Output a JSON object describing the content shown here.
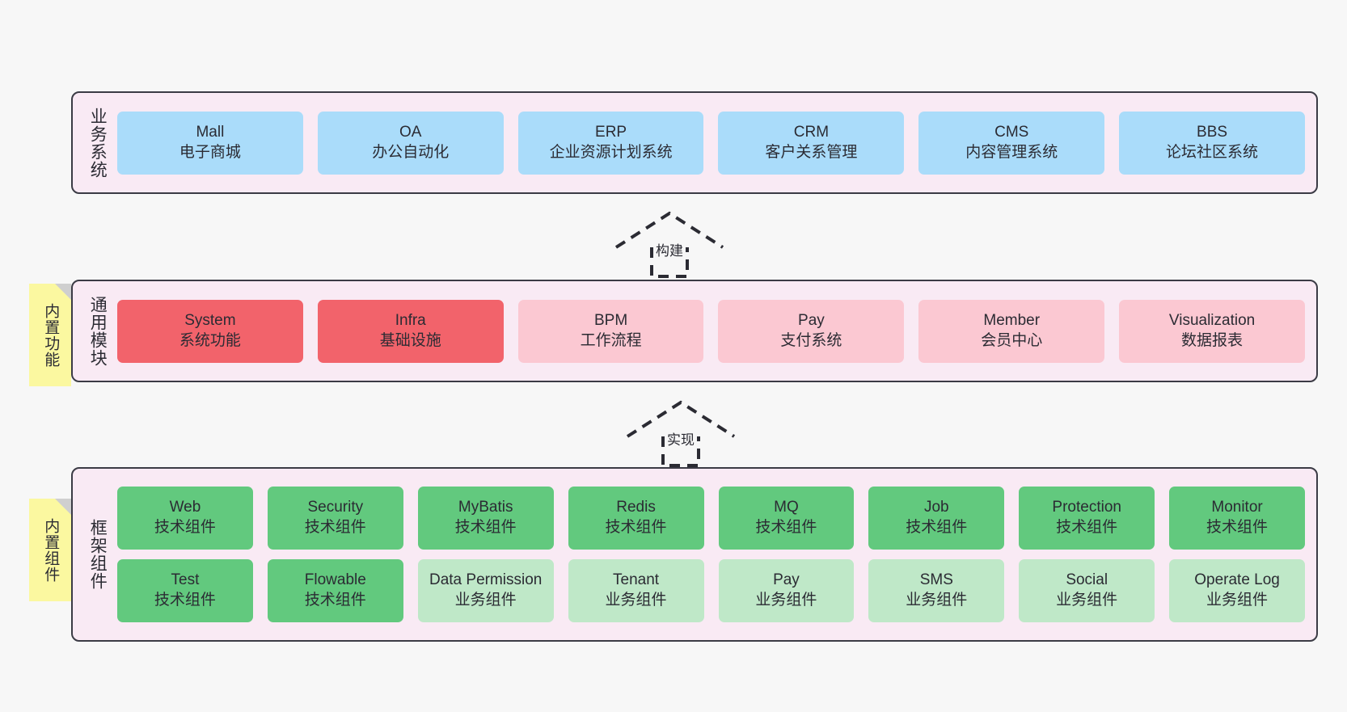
{
  "colors": {
    "page_background": "#f7f7f7",
    "layer_background": "#f9eaf4",
    "layer_border": "#3b3b45",
    "business_box": "#aadcfa",
    "module_active": "#f2636b",
    "module_inactive": "#fbc8d2",
    "tech_component": "#62c97e",
    "biz_component": "#bfe8c8",
    "sticky_note": "#fbf8a0",
    "sticky_fold": "#cfcfcf",
    "text": "#2b2b33"
  },
  "layers": {
    "business": {
      "title": "业务系统",
      "items": [
        {
          "en": "Mall",
          "cn": "电子商城"
        },
        {
          "en": "OA",
          "cn": "办公自动化"
        },
        {
          "en": "ERP",
          "cn": "企业资源计划系统"
        },
        {
          "en": "CRM",
          "cn": "客户关系管理"
        },
        {
          "en": "CMS",
          "cn": "内容管理系统"
        },
        {
          "en": "BBS",
          "cn": "论坛社区系统"
        }
      ]
    },
    "modules": {
      "title": "通用模块",
      "note": "内置功能",
      "items": [
        {
          "en": "System",
          "cn": "系统功能",
          "state": "active"
        },
        {
          "en": "Infra",
          "cn": "基础设施",
          "state": "active"
        },
        {
          "en": "BPM",
          "cn": "工作流程",
          "state": "inactive"
        },
        {
          "en": "Pay",
          "cn": "支付系统",
          "state": "inactive"
        },
        {
          "en": "Member",
          "cn": "会员中心",
          "state": "inactive"
        },
        {
          "en": "Visualization",
          "cn": "数据报表",
          "state": "inactive"
        }
      ]
    },
    "framework": {
      "title": "框架组件",
      "note": "内置组件",
      "row1": [
        {
          "en": "Web",
          "cn": "技术组件",
          "kind": "tech"
        },
        {
          "en": "Security",
          "cn": "技术组件",
          "kind": "tech"
        },
        {
          "en": "MyBatis",
          "cn": "技术组件",
          "kind": "tech"
        },
        {
          "en": "Redis",
          "cn": "技术组件",
          "kind": "tech"
        },
        {
          "en": "MQ",
          "cn": "技术组件",
          "kind": "tech"
        },
        {
          "en": "Job",
          "cn": "技术组件",
          "kind": "tech"
        },
        {
          "en": "Protection",
          "cn": "技术组件",
          "kind": "tech"
        },
        {
          "en": "Monitor",
          "cn": "技术组件",
          "kind": "tech"
        }
      ],
      "row2": [
        {
          "en": "Test",
          "cn": "技术组件",
          "kind": "tech"
        },
        {
          "en": "Flowable",
          "cn": "技术组件",
          "kind": "tech"
        },
        {
          "en": "Data Permission",
          "cn": "业务组件",
          "kind": "biz"
        },
        {
          "en": "Tenant",
          "cn": "业务组件",
          "kind": "biz"
        },
        {
          "en": "Pay",
          "cn": "业务组件",
          "kind": "biz"
        },
        {
          "en": "SMS",
          "cn": "业务组件",
          "kind": "biz"
        },
        {
          "en": "Social",
          "cn": "业务组件",
          "kind": "biz"
        },
        {
          "en": "Operate Log",
          "cn": "业务组件",
          "kind": "biz"
        }
      ]
    }
  },
  "connectors": [
    {
      "label": "构建",
      "from": "modules",
      "to": "business"
    },
    {
      "label": "实现",
      "from": "framework",
      "to": "modules"
    }
  ]
}
